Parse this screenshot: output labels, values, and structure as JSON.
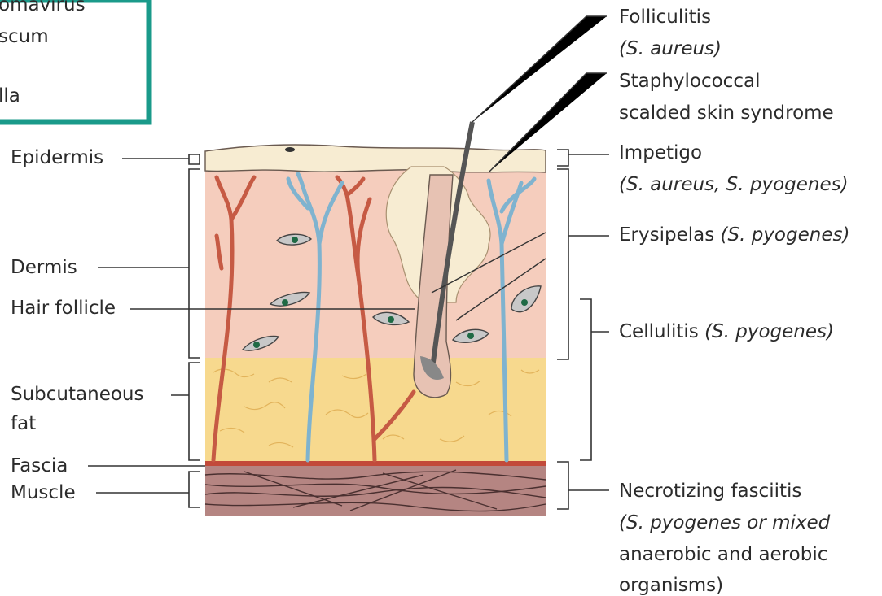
{
  "inset_box": {
    "lines": [
      "omavirus",
      "scum",
      "lla"
    ]
  },
  "left_labels": {
    "epidermis": "Epidermis",
    "dermis": "Dermis",
    "hair_follicle": "Hair follicle",
    "subcutaneous_fat_line1": "Subcutaneous",
    "subcutaneous_fat_line2": "fat",
    "fascia": "Fascia",
    "muscle": "Muscle"
  },
  "right_labels": {
    "folliculitis": {
      "name": "Folliculitis",
      "organism": "(S. aureus)"
    },
    "sssss": {
      "line1": "Staphylococcal",
      "line2": "scalded skin syndrome"
    },
    "impetigo": {
      "name": "Impetigo",
      "organism": "(S. aureus, S. pyogenes)"
    },
    "erysipelas": {
      "name": "Erysipelas",
      "organism": "(S. pyogenes)"
    },
    "cellulitis": {
      "name": "Cellulitis",
      "organism": "(S. pyogenes)"
    },
    "necrotizing_fasciitis": {
      "line1": "Necrotizing fasciitis",
      "line2": "(S. pyogenes or mixed",
      "line3": "anaerobic and aerobic",
      "line4": "organisms)"
    }
  },
  "colors": {
    "accent_box": "#1a9a8a",
    "epidermis": "#f7ecd2",
    "dermis": "#f5cdbd",
    "fat": "#f7d98e",
    "muscle": "#b58582",
    "artery": "#c65a44",
    "vein": "#7fb3cf",
    "fascia": "#c24a3a"
  }
}
